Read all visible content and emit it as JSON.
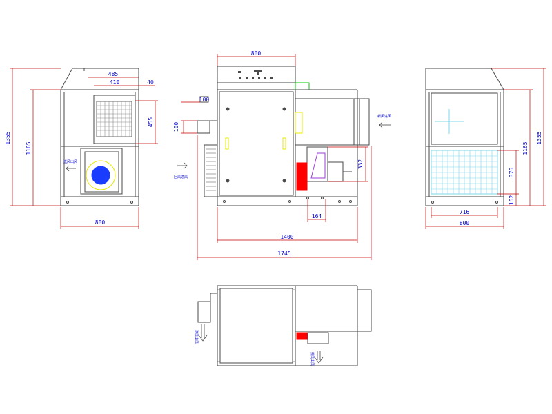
{
  "colors": {
    "outline": "#4a4a4a",
    "dimension": "#c00000",
    "text": "#0000cc",
    "accent_red": "#ff0000",
    "accent_green": "#00cc00",
    "accent_yellow": "#e8e800",
    "accent_cyan": "#7fd7e8",
    "fan_blue": "#1a3cff"
  },
  "front_view": {
    "dim_width": "800",
    "dim_height_total": "1355",
    "dim_height_body": "1165",
    "dim_filter_width": "485",
    "dim_filter_inner": "410",
    "dim_filter_side": "40",
    "dim_filter_height": "455",
    "label_outlet": "送风出风"
  },
  "side_view": {
    "dim_top": "800",
    "dim_100a": "100",
    "dim_100b": "100",
    "dim_332": "332",
    "dim_164": "164",
    "dim_1400": "1400",
    "dim_1745": "1745",
    "label_return": "回风进风",
    "label_fresh": "新风进风"
  },
  "back_view": {
    "dim_height_total": "1355",
    "dim_height_body": "1165",
    "dim_376": "376",
    "dim_152": "152",
    "dim_716": "716",
    "dim_800": "800"
  },
  "top_view": {
    "label_left": "送风出风",
    "label_right": "排风出风"
  }
}
